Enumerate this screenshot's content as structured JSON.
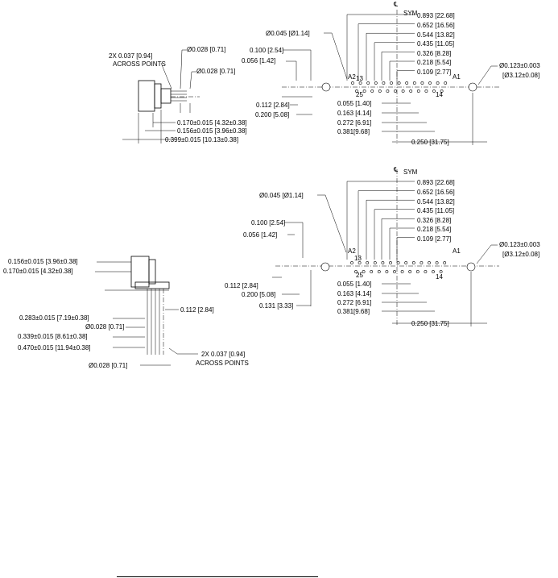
{
  "top_left": {
    "across_points": "2X 0.037 [0.94]",
    "across_points_sub": "ACROSS POINTS",
    "dia_a": "Ø0.028 [0.71]",
    "dia_b": "Ø0.028 [0.71]",
    "d1": "0.170±0.015 [4.32±0.38]",
    "d2": "0.156±0.015 [3.96±0.38]",
    "d3": "0.399±0.015 [10.13±0.38]"
  },
  "top_right": {
    "sym": "SYM",
    "dims": [
      "0.893 [22.68]",
      "0.652 [16.56]",
      "0.544 [13.82]",
      "0.435 [11.05]",
      "0.326 [8.28]",
      "0.218 [5.54]",
      "0.109 [2.77]"
    ],
    "hole": "Ø0.045 [Ø1.14]",
    "p100": "0.100 [2.54]",
    "p056": "0.056 [1.42]",
    "mount_a": "Ø0.123±0.003",
    "mount_b": "[Ø3.12±0.08]",
    "p112": "0.112 [2.84]",
    "p200": "0.200 [5.08]",
    "rows": [
      "0.055 [1.40]",
      "0.163 [4.14]",
      "0.272 [6.91]",
      "0.381[9.68]"
    ],
    "span": "0.250 [31.75]",
    "pin_a2": "A2",
    "pin_13": "13",
    "pin_a1": "A1",
    "pin_25": "25",
    "pin_14": "14"
  },
  "bottom_left": {
    "d1": "0.156±0.015 [3.96±0.38]",
    "d2": "0.170±0.015 [4.32±0.38]",
    "d3": "0.283±0.015 [7.19±0.38]",
    "dia": "Ø0.028 [0.71]",
    "d4": "0.339±0.015 [8.61±0.38]",
    "d5": "0.470±0.015 [11.94±0.38]",
    "p112": "0.112 [2.84]",
    "across_points": "2X 0.037 [0.94]",
    "across_points_sub": "ACROSS POINTS",
    "dia2": "Ø0.028 [0.71]"
  },
  "bottom_right": {
    "sym": "SYM",
    "dims": [
      "0.893 [22.68]",
      "0.652 [16.56]",
      "0.544 [13.82]",
      "0.435 [11.05]",
      "0.326 [8.28]",
      "0.218 [5.54]",
      "0.109 [2.77]"
    ],
    "hole": "Ø0.045 [Ø1.14]",
    "p100": "0.100 [2.54]",
    "p056": "0.056 [1.42]",
    "mount_a": "Ø0.123±0.003",
    "mount_b": "[Ø3.12±0.08]",
    "p112": "0.112 [2.84]",
    "p200": "0.200 [5.08]",
    "p131": "0.131 [3.33]",
    "rows": [
      "0.055 [1.40]",
      "0.163 [4.14]",
      "0.272 [6.91]",
      "0.381[9.68]"
    ],
    "span": "0.250 [31.75]",
    "pin_a2": "A2",
    "pin_13": "13",
    "pin_a1": "A1",
    "pin_25": "25",
    "pin_14": "14"
  },
  "centerline_symbol": "℄"
}
